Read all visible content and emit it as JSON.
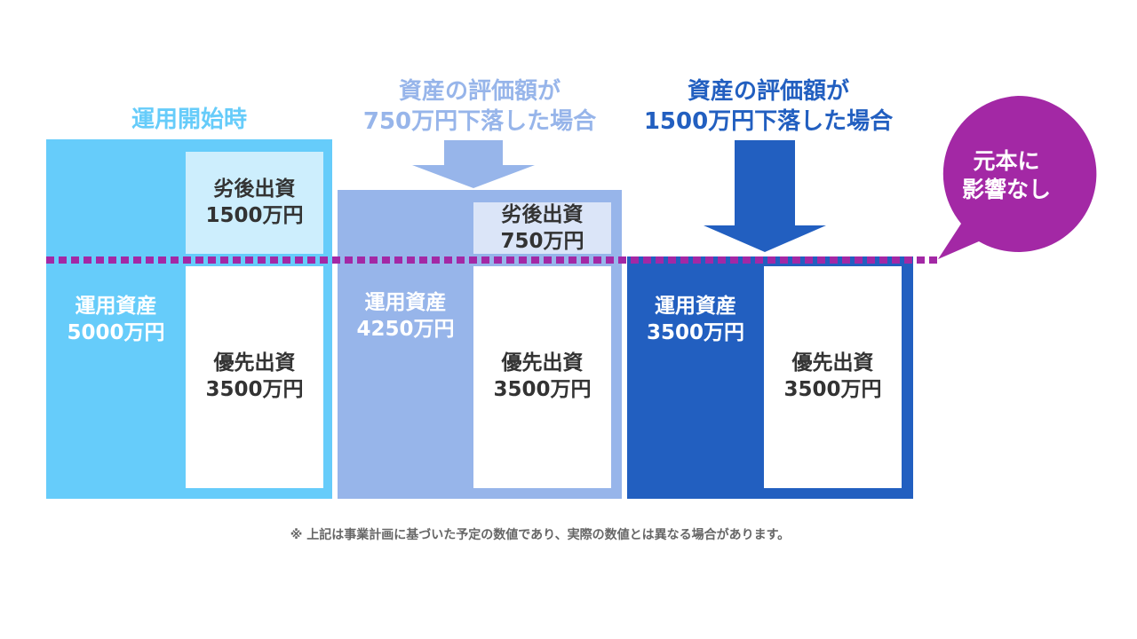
{
  "colors": {
    "col1": "#66ccfa",
    "col1_sub": "#cdeefd",
    "col2": "#97b5ea",
    "col2_sub": "#dbe5f8",
    "col3": "#225fc0",
    "accent": "#a328a5",
    "white": "#ffffff"
  },
  "columns": [
    {
      "heading": "運用開始時",
      "heading_lines": [
        "運用開始時"
      ],
      "asset_label": "運用資産",
      "asset_value": "5000万円",
      "sub_label": "劣後出資",
      "sub_value": "1500万円",
      "pri_label": "優先出資",
      "pri_value": "3500万円"
    },
    {
      "heading_lines": [
        "資産の評価額が",
        "750万円下落した場合"
      ],
      "asset_label": "運用資産",
      "asset_value": "4250万円",
      "sub_label": "劣後出資",
      "sub_value": "750万円",
      "pri_label": "優先出資",
      "pri_value": "3500万円"
    },
    {
      "heading_lines": [
        "資産の評価額が",
        "1500万円下落した場合"
      ],
      "asset_label": "運用資産",
      "asset_value": "3500万円",
      "pri_label": "優先出資",
      "pri_value": "3500万円"
    }
  ],
  "callout": {
    "line1": "元本に",
    "line2": "影響なし"
  },
  "footnote": "※ 上記は事業計画に基づいた予定の数値であり、実際の数値とは異なる場合があります。"
}
